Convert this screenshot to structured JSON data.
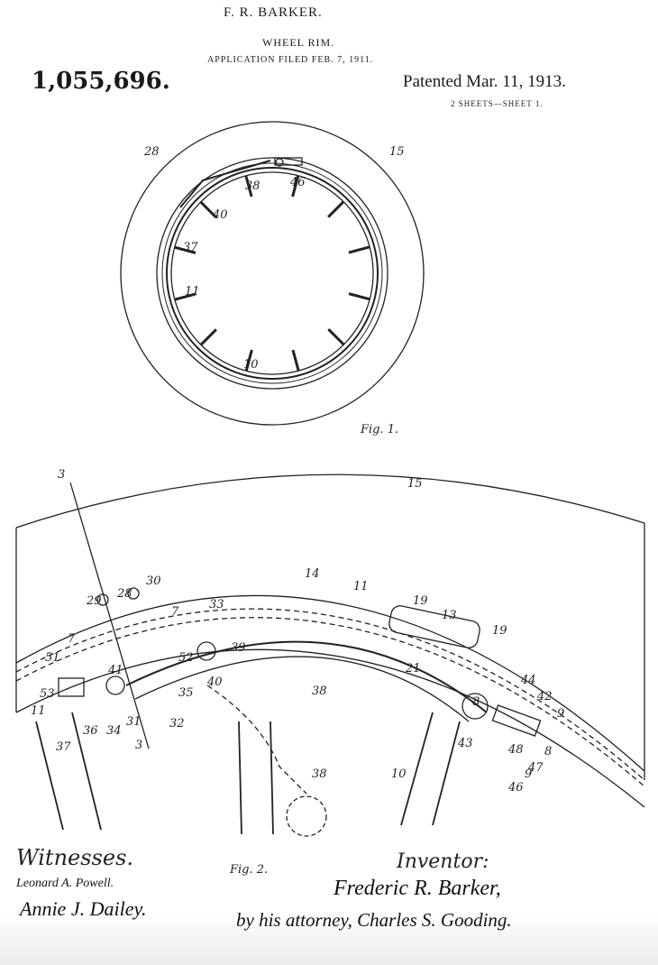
{
  "header": {
    "inventor": "F. R. BARKER.",
    "title": "WHEEL RIM.",
    "application": "APPLICATION FILED FEB. 7, 1911.",
    "patent_number": "1,055,696.",
    "patent_date": "Patented Mar. 11, 1913.",
    "sheets": "2 SHEETS—SHEET 1."
  },
  "fig1": {
    "caption": "Fig. 1.",
    "labels": [
      "28",
      "38",
      "46",
      "15",
      "40",
      "37",
      "11",
      "10"
    ]
  },
  "fig2": {
    "caption": "Fig. 2.",
    "labels": [
      "3",
      "15",
      "14",
      "11",
      "13",
      "19",
      "19",
      "29",
      "28",
      "30",
      "7",
      "7",
      "33",
      "52",
      "39",
      "40",
      "51",
      "41",
      "35",
      "53",
      "11",
      "36",
      "34",
      "31",
      "32",
      "3",
      "37",
      "38",
      "21",
      "8",
      "44",
      "42",
      "9",
      "43",
      "48",
      "47",
      "8",
      "9",
      "46",
      "10",
      "38"
    ]
  },
  "footer": {
    "witnesses_label": "Witnesses.",
    "witness_1": "Leonard A. Powell.",
    "witness_2": "Annie J. Dailey.",
    "inventor_label": "Inventor:",
    "inventor_signature": "Frederic R. Barker,",
    "attorney_line": "by his attorney, Charles S. Gooding."
  }
}
